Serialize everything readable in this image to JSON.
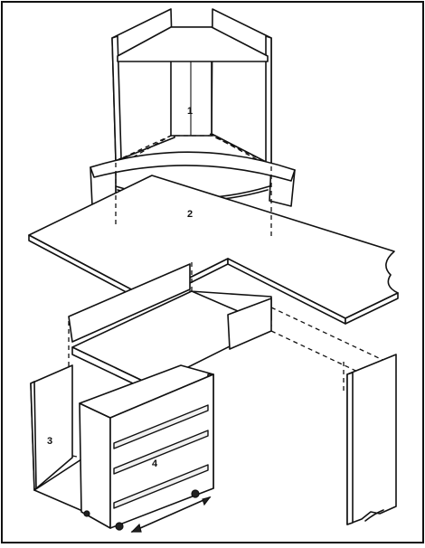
{
  "diagram": {
    "parts": [
      {
        "id": "part-1",
        "label": "1"
      },
      {
        "id": "part-2",
        "label": "2"
      },
      {
        "id": "part-3",
        "label": "3"
      },
      {
        "id": "part-4",
        "label": "4"
      }
    ]
  }
}
